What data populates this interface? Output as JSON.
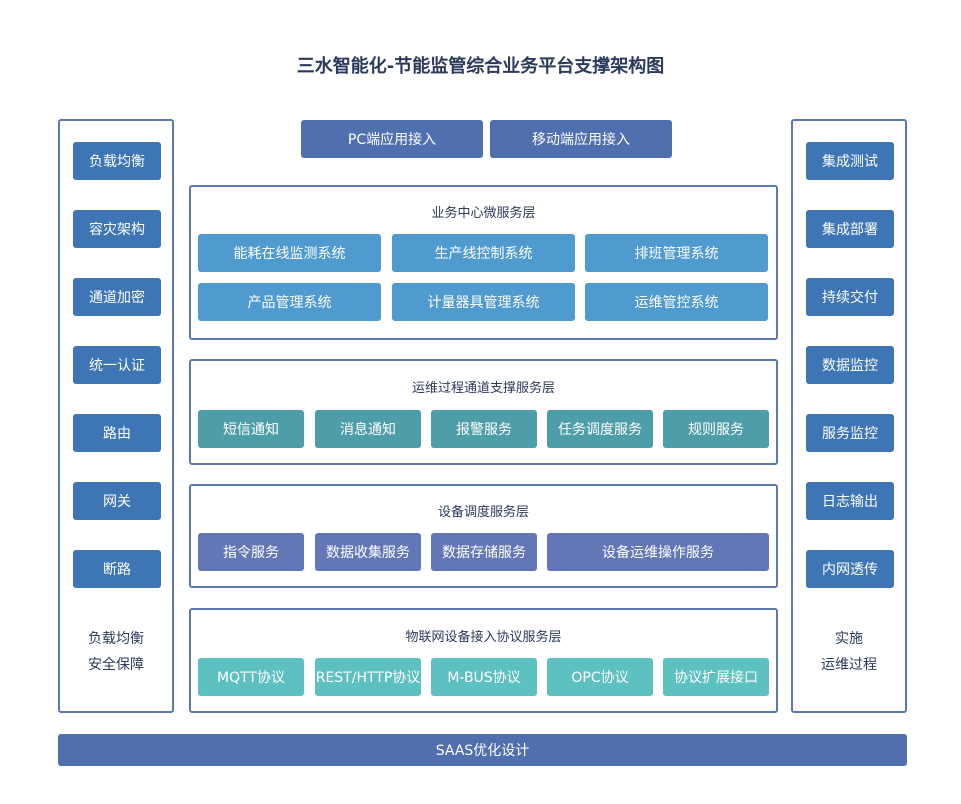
{
  "title": "三水智能化-节能监管综合业务平台支撑架构图",
  "left_column": {
    "items": [
      "负载均衡",
      "容灾架构",
      "通道加密",
      "统一认证",
      "路由",
      "网关",
      "断路"
    ],
    "caption_line1": "负载均衡",
    "caption_line2": "安全保障"
  },
  "right_column": {
    "items": [
      "集成测试",
      "集成部署",
      "持续交付",
      "数据监控",
      "服务监控",
      "日志输出",
      "内网透传"
    ],
    "caption_line1": "实施",
    "caption_line2": "运维过程"
  },
  "top_access": [
    "PC端应用接入",
    "移动端应用接入"
  ],
  "layers": {
    "business": {
      "title": "业务中心微服务层",
      "items": [
        "能耗在线监测系统",
        "生产线控制系统",
        "排班管理系统",
        "产品管理系统",
        "计量器具管理系统",
        "运维管控系统"
      ]
    },
    "ops": {
      "title": "运维过程通道支撑服务层",
      "items": [
        "短信通知",
        "消息通知",
        "报警服务",
        "任务调度服务",
        "规则服务"
      ]
    },
    "device": {
      "title": "设备调度服务层",
      "items": [
        "指令服务",
        "数据收集服务",
        "数据存储服务",
        "设备运维操作服务"
      ]
    },
    "iot": {
      "title": "物联网设备接入协议服务层",
      "items": [
        "MQTT协议",
        "REST/HTTP协议",
        "M-BUS协议",
        "OPC协议",
        "协议扩展接口"
      ]
    }
  },
  "bottom_bar": "SAAS优化设计",
  "colors": {
    "frame": "#5b78b0",
    "side_button": "#3e76b5",
    "top_button": "#4f6fae",
    "business_chip": "#4f9bd0",
    "ops_chip": "#4e9ea9",
    "device_chip": "#6377b7",
    "iot_chip": "#5cc1c0"
  }
}
